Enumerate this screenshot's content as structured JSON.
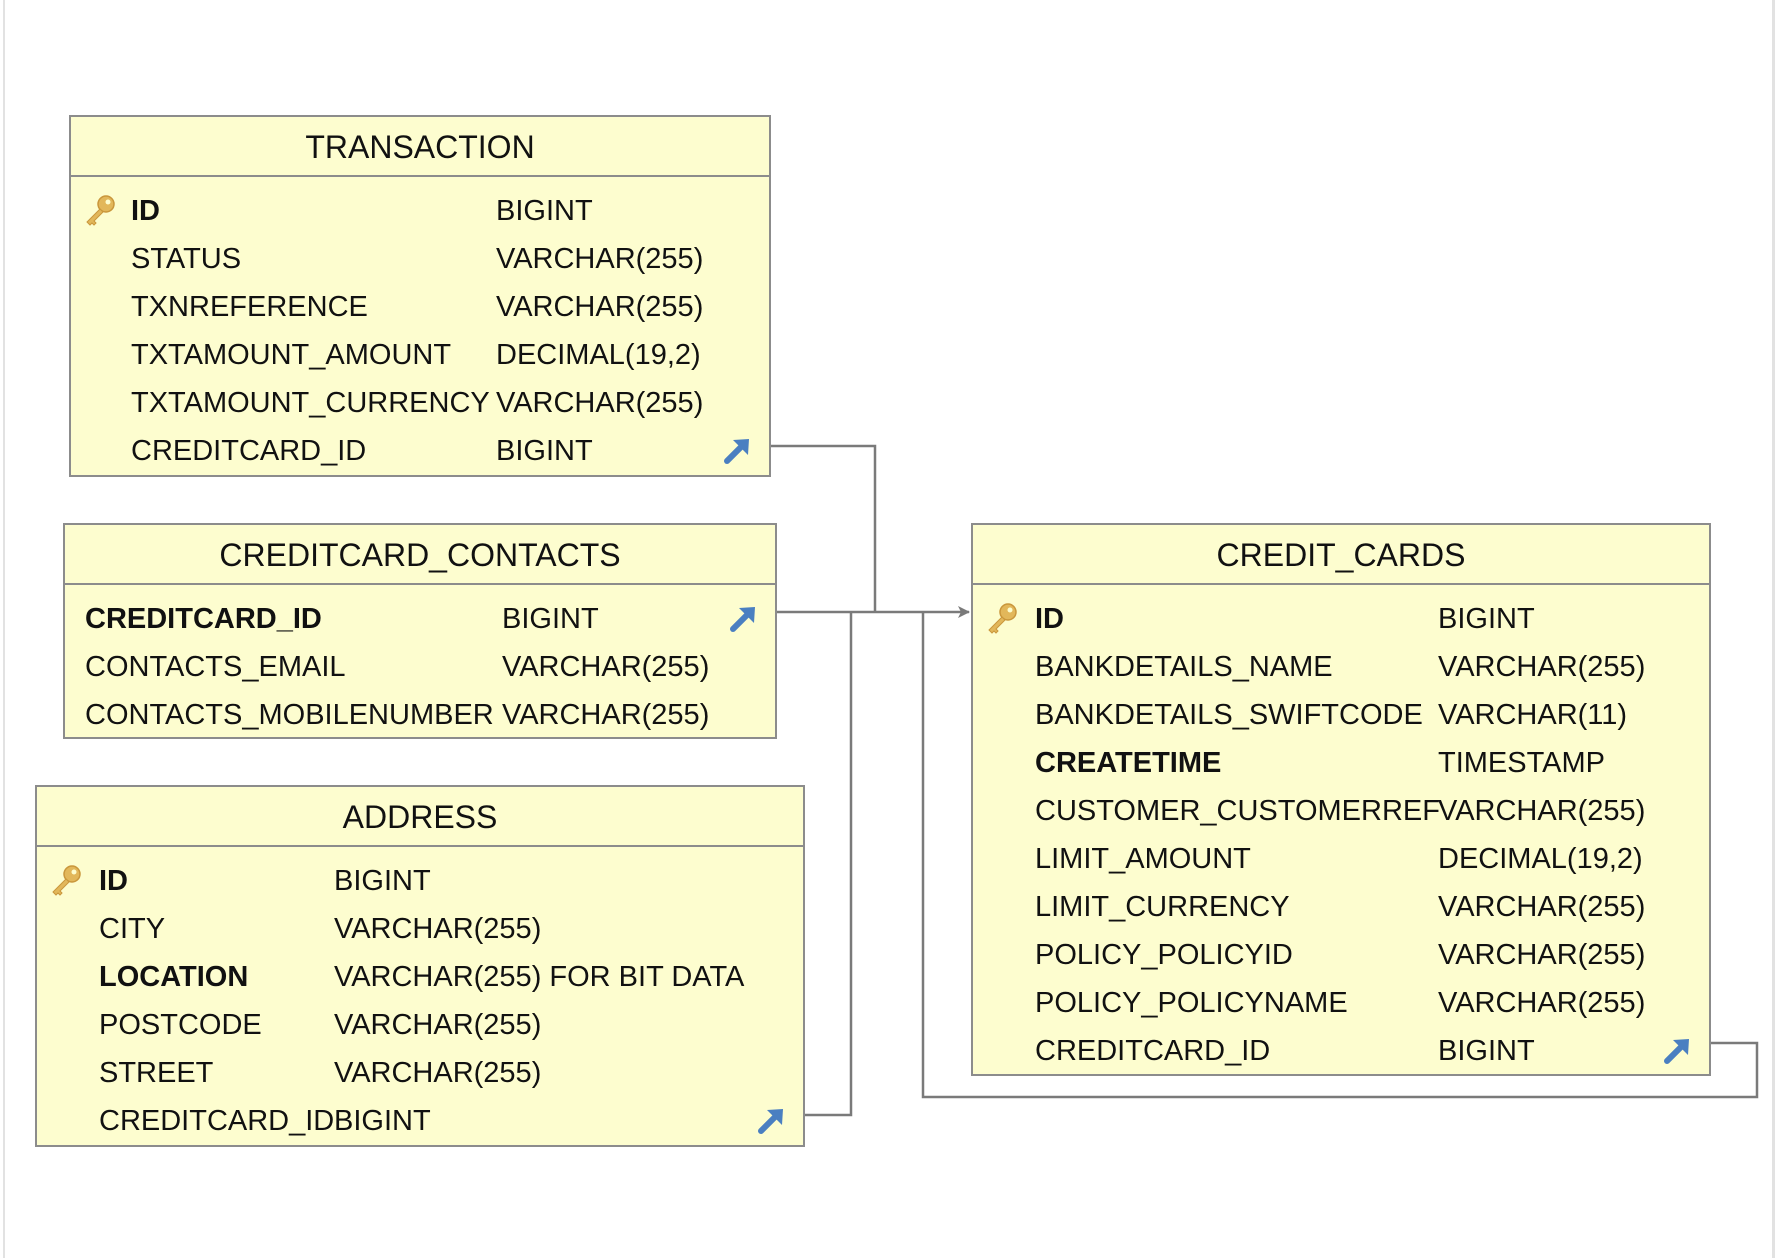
{
  "colors": {
    "table_fill": "#fdfdcf",
    "table_border": "#8c8c8c",
    "connector": "#7a7a7a",
    "fk_arrow": "#4a7fc1",
    "key_icon": "#e2b75a"
  },
  "tables": {
    "transaction": {
      "title": "TRANSACTION",
      "rows": [
        {
          "name": "ID",
          "type": "BIGINT",
          "pk": true,
          "bold": true
        },
        {
          "name": "STATUS",
          "type": "VARCHAR(255)"
        },
        {
          "name": "TXNREFERENCE",
          "type": "VARCHAR(255)"
        },
        {
          "name": "TXTAMOUNT_AMOUNT",
          "type": "DECIMAL(19,2)"
        },
        {
          "name": "TXTAMOUNT_CURRENCY",
          "type": "VARCHAR(255)"
        },
        {
          "name": "CREDITCARD_ID",
          "type": "BIGINT",
          "fk": true
        }
      ]
    },
    "creditcard_contacts": {
      "title": "CREDITCARD_CONTACTS",
      "rows": [
        {
          "name": "CREDITCARD_ID",
          "type": "BIGINT",
          "bold": true,
          "fk": true
        },
        {
          "name": "CONTACTS_EMAIL",
          "type": "VARCHAR(255)"
        },
        {
          "name": "CONTACTS_MOBILENUMBER",
          "type": "VARCHAR(255)"
        }
      ]
    },
    "address": {
      "title": "ADDRESS",
      "rows": [
        {
          "name": "ID",
          "type": "BIGINT",
          "pk": true,
          "bold": true
        },
        {
          "name": "CITY",
          "type": "VARCHAR(255)"
        },
        {
          "name": "LOCATION",
          "type": "VARCHAR(255) FOR BIT DATA",
          "bold": true
        },
        {
          "name": "POSTCODE",
          "type": "VARCHAR(255)"
        },
        {
          "name": "STREET",
          "type": "VARCHAR(255)"
        },
        {
          "name": "CREDITCARD_ID",
          "type": "BIGINT",
          "fk": true
        }
      ]
    },
    "credit_cards": {
      "title": "CREDIT_CARDS",
      "rows": [
        {
          "name": "ID",
          "type": "BIGINT",
          "pk": true,
          "bold": true
        },
        {
          "name": "BANKDETAILS_NAME",
          "type": "VARCHAR(255)"
        },
        {
          "name": "BANKDETAILS_SWIFTCODE",
          "type": "VARCHAR(11)"
        },
        {
          "name": "CREATETIME",
          "type": "TIMESTAMP",
          "bold": true
        },
        {
          "name": "CUSTOMER_CUSTOMERREF",
          "type": "VARCHAR(255)"
        },
        {
          "name": "LIMIT_AMOUNT",
          "type": "DECIMAL(19,2)"
        },
        {
          "name": "LIMIT_CURRENCY",
          "type": "VARCHAR(255)"
        },
        {
          "name": "POLICY_POLICYID",
          "type": "VARCHAR(255)"
        },
        {
          "name": "POLICY_POLICYNAME",
          "type": "VARCHAR(255)"
        },
        {
          "name": "CREDITCARD_ID",
          "type": "BIGINT",
          "fk": true
        }
      ]
    }
  }
}
